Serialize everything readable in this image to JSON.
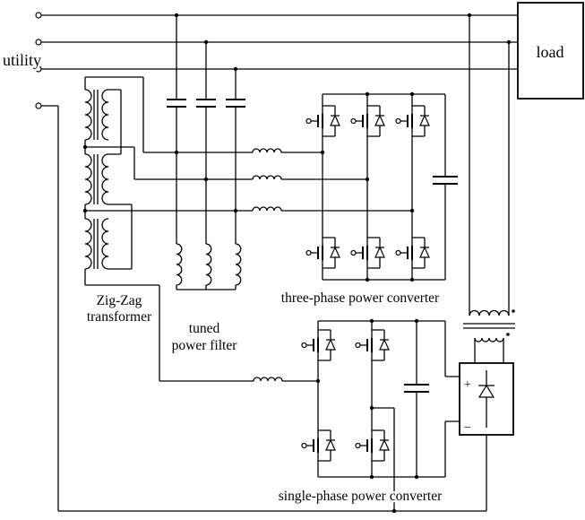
{
  "labels": {
    "utility": "utility",
    "load": "load",
    "zigzag_line1": "Zig-Zag",
    "zigzag_line2": "transformer",
    "filter_line1": "tuned",
    "filter_line2": "power filter",
    "three_phase_converter": "three-phase power converter",
    "single_phase_converter": "single-phase power converter",
    "rectifier_plus": "+",
    "rectifier_minus": "−"
  },
  "colors": {
    "line": "#000000",
    "background": "#ffffff"
  }
}
